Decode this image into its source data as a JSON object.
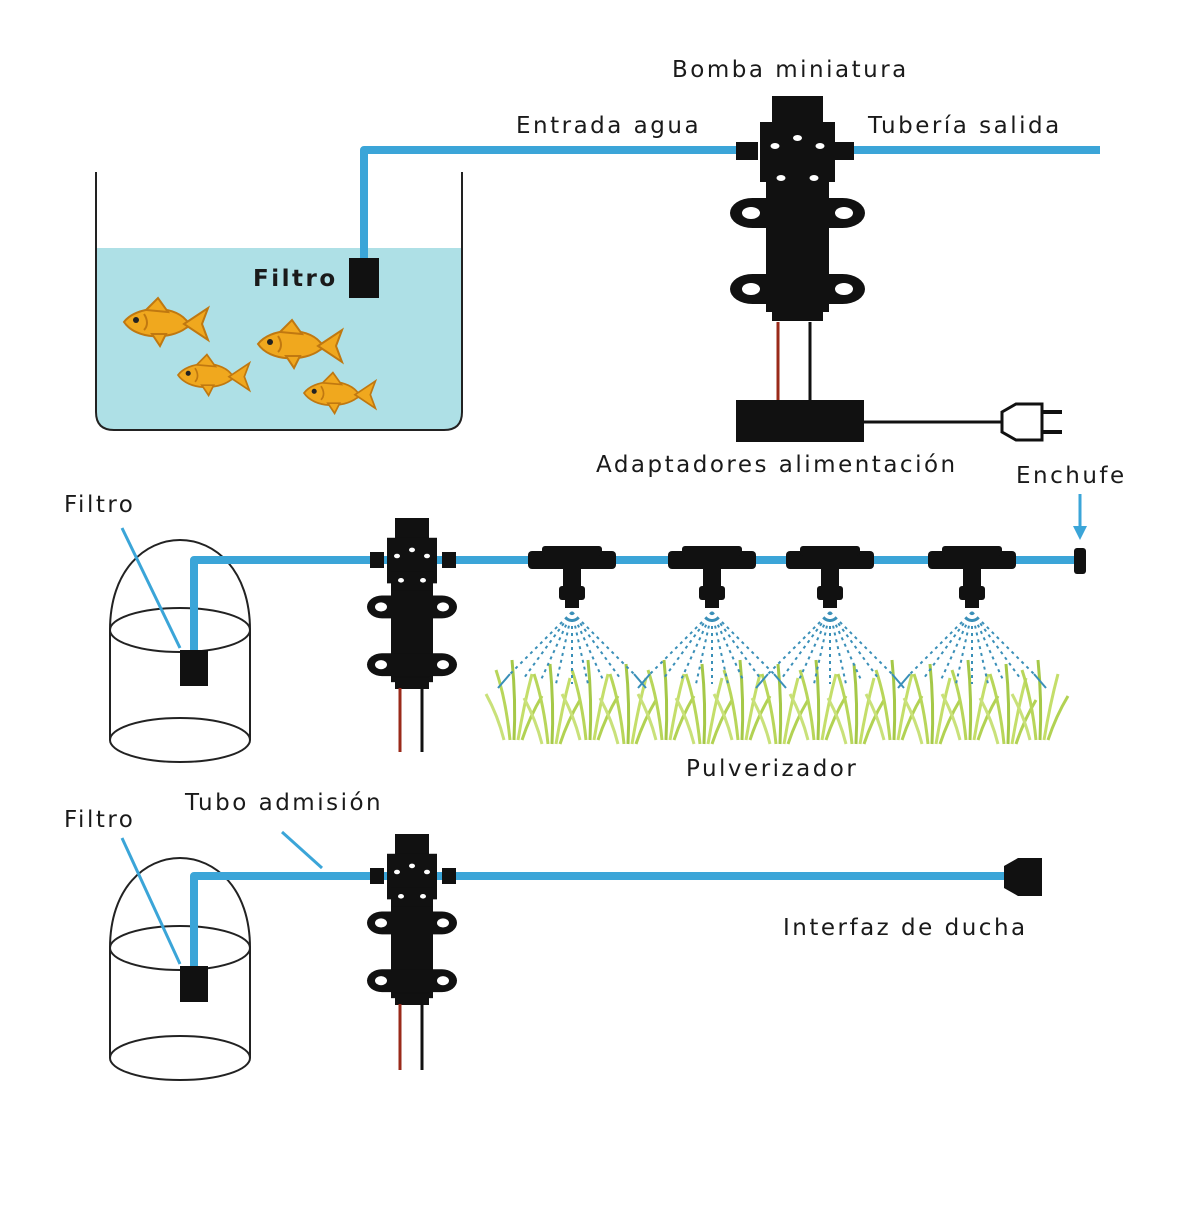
{
  "labels": {
    "bomba_miniatura": "Bomba miniatura",
    "entrada_agua": "Entrada agua",
    "tuberia_salida": "Tubería salida",
    "filtro_tank": "Filtro",
    "adaptadores": "Adaptadores alimentación",
    "enchufe": "Enchufe",
    "filtro_2": "Filtro",
    "pulverizador": "Pulverizador",
    "filtro_3": "Filtro",
    "tubo_admision": "Tubo admisión",
    "interfaz_ducha": "Interfaz de ducha"
  },
  "colors": {
    "pipe": "#3ba5d8",
    "water": "#aee0e6",
    "pump": "#111111",
    "wire_red": "#9a2a1a",
    "fish": "#f0a81e",
    "grass": "#b8d65a"
  },
  "icons": {
    "pump": "diaphragm-pump-icon",
    "fish": "goldfish-icon",
    "plug": "power-plug-icon",
    "nozzle": "spray-nozzle-icon",
    "filter": "filter-icon",
    "bucket": "bucket-icon",
    "shower": "shower-interface-icon"
  }
}
